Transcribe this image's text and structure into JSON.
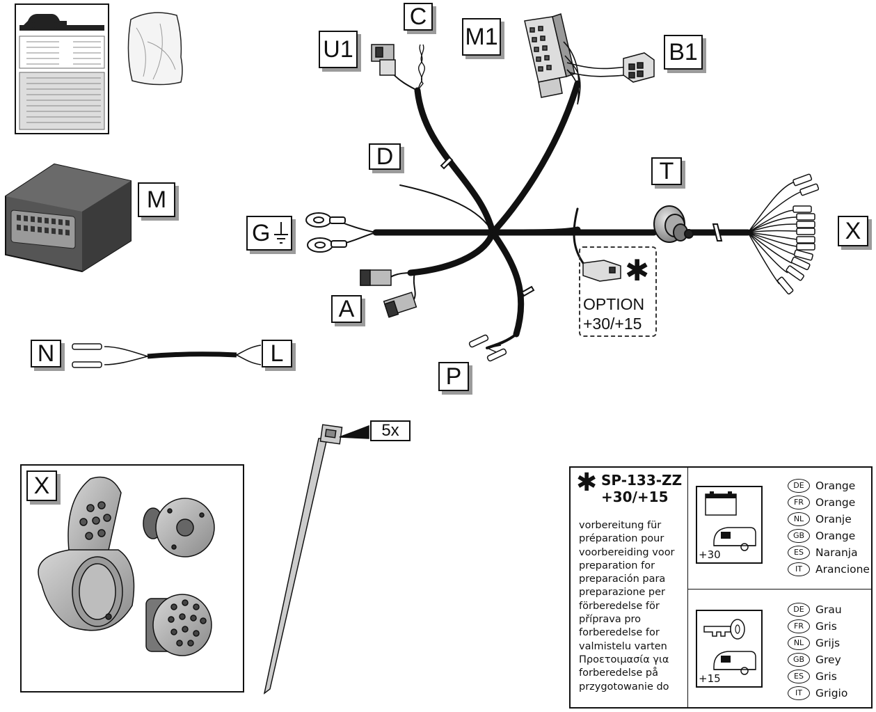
{
  "labels": {
    "C": "C",
    "U1": "U1",
    "M1": "M1",
    "B1": "B1",
    "D": "D",
    "T": "T",
    "M": "M",
    "G": "G",
    "X": "X",
    "A": "A",
    "N": "N",
    "L": "L",
    "P": "P",
    "X_detail": "X",
    "qty": "5x"
  },
  "option": {
    "line1": "OPTION",
    "line2": "+30/+15"
  },
  "legend": {
    "code": "SP-133-ZZ",
    "voltage": "+30/+15",
    "lines": [
      "vorbereitung für",
      "préparation pour",
      "voorbereiding voor",
      "preparation for",
      "preparación para",
      "preparazione per",
      "förberedelse för",
      "příprava pro",
      "forberedelse for",
      "valmistelu varten",
      "Προετοιμασία για",
      "forberedelse på",
      "przygotowanie do"
    ],
    "box30": "+30",
    "box15": "+15",
    "colors30": [
      {
        "code": "DE",
        "text": "Orange"
      },
      {
        "code": "FR",
        "text": "Orange"
      },
      {
        "code": "NL",
        "text": "Oranje"
      },
      {
        "code": "GB",
        "text": "Orange"
      },
      {
        "code": "ES",
        "text": "Naranja"
      },
      {
        "code": "IT",
        "text": "Arancione"
      }
    ],
    "colors15": [
      {
        "code": "DE",
        "text": "Grau"
      },
      {
        "code": "FR",
        "text": "Gris"
      },
      {
        "code": "NL",
        "text": "Grijs"
      },
      {
        "code": "GB",
        "text": "Grey"
      },
      {
        "code": "ES",
        "text": "Gris"
      },
      {
        "code": "IT",
        "text": "Grigio"
      }
    ]
  }
}
